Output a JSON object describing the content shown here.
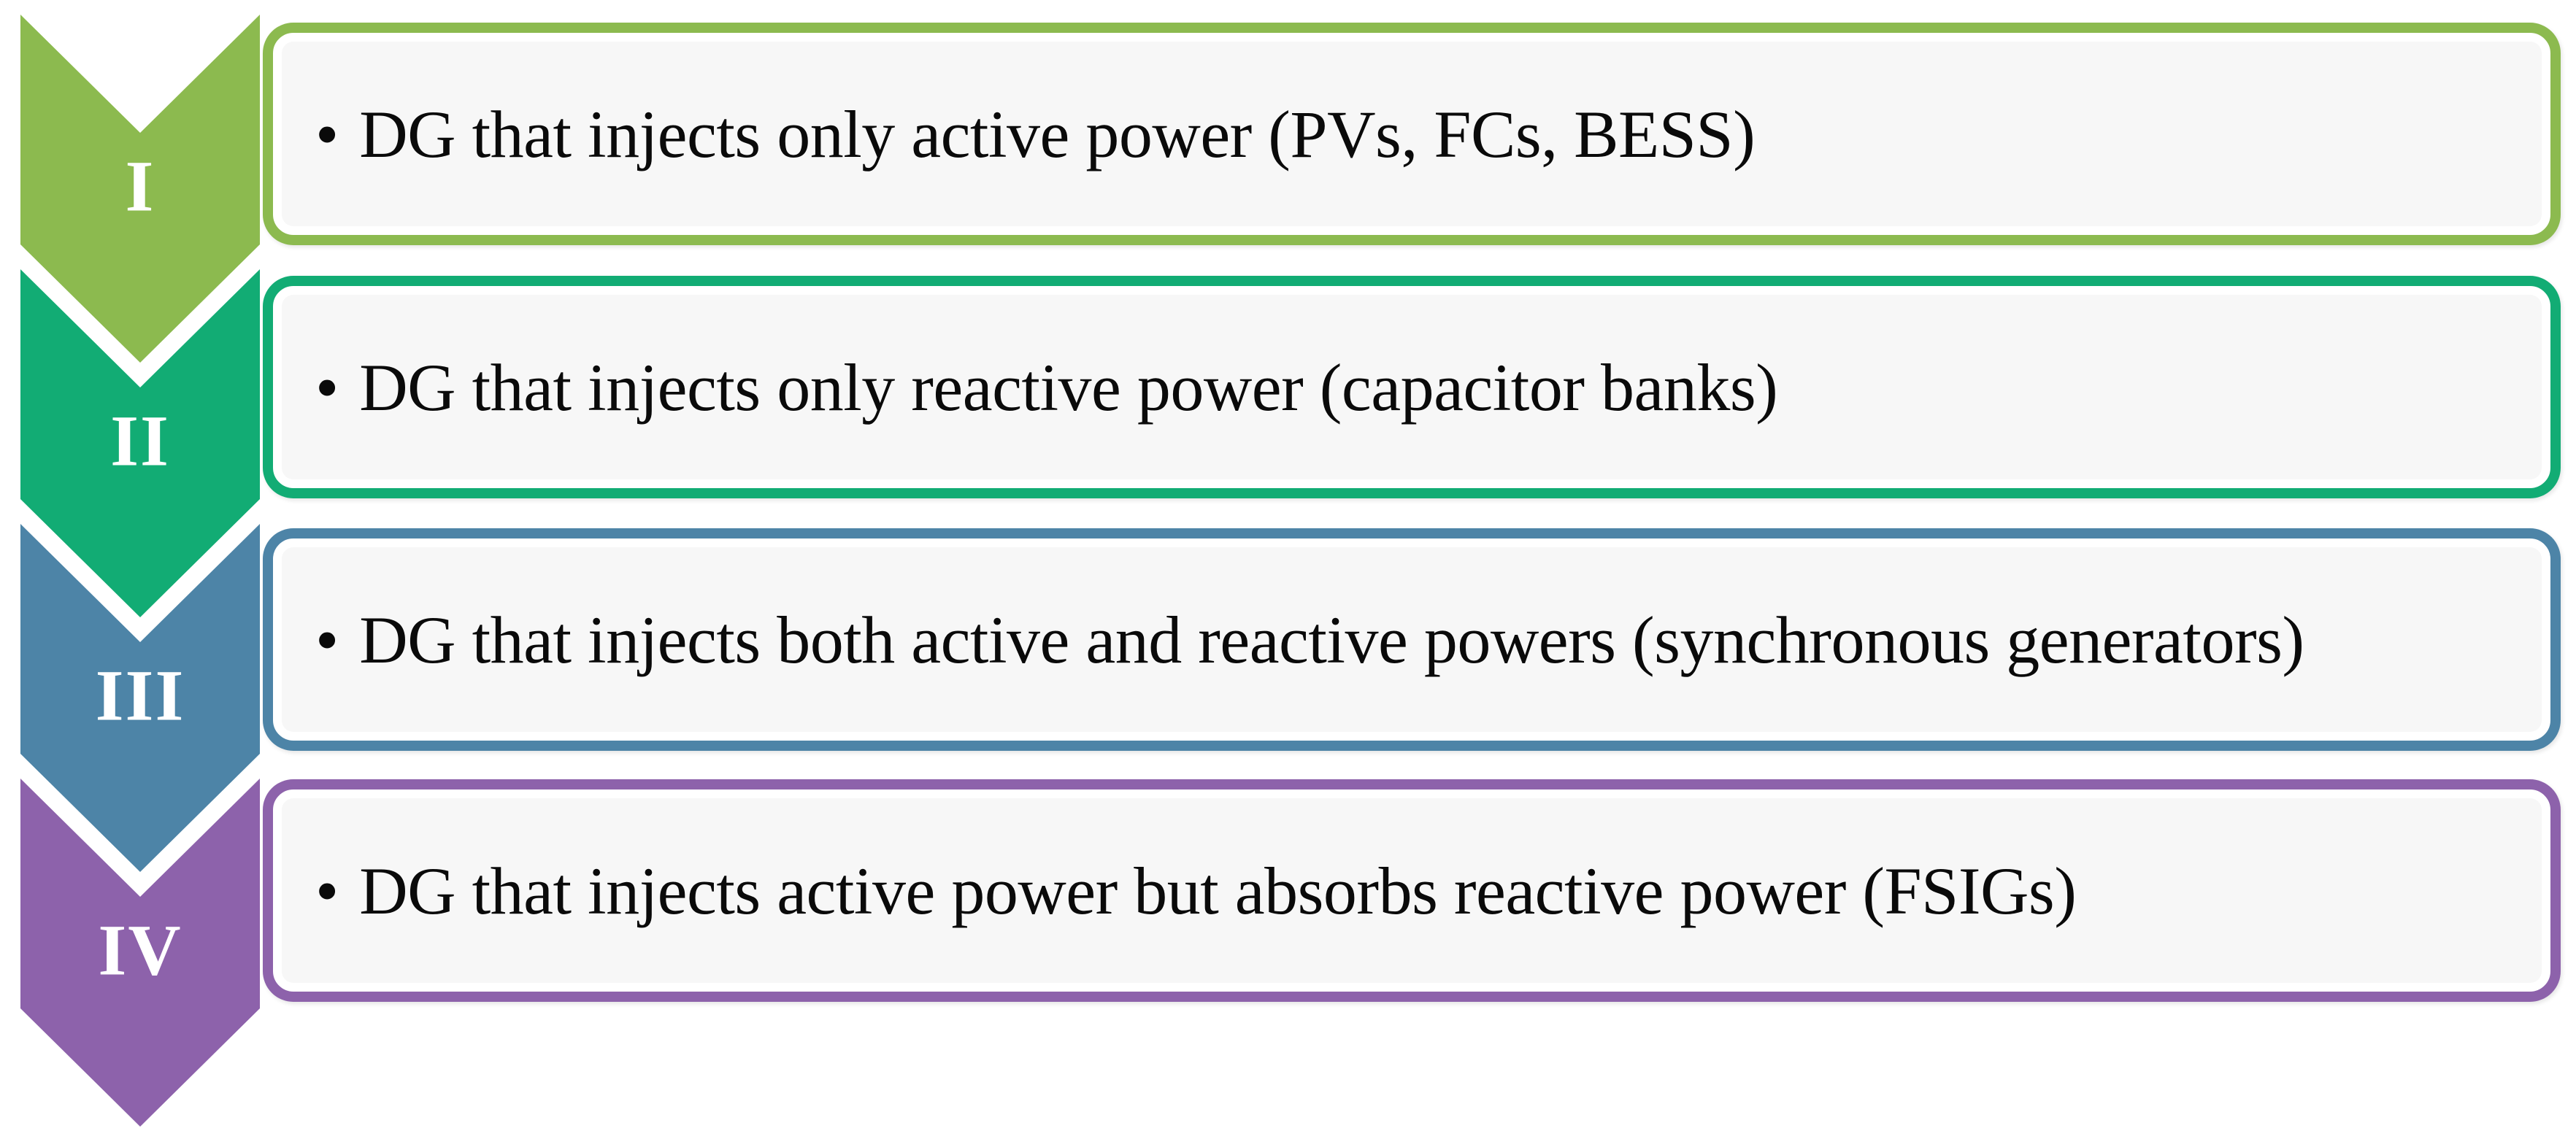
{
  "diagram": {
    "bullet": "•",
    "items": [
      {
        "numeral": "I",
        "color": "#8CBA4F",
        "text": "DG that injects only active power (PVs, FCs, BESS)"
      },
      {
        "numeral": "II",
        "color": "#12AC74",
        "text": "DG that injects only reactive power (capacitor banks)"
      },
      {
        "numeral": "III",
        "color": "#4D84A7",
        "text": "DG that injects both active and reactive powers (synchronous generators)"
      },
      {
        "numeral": "IV",
        "color": "#8D62AB",
        "text": "DG that injects active power but absorbs reactive power (FSIGs)"
      }
    ]
  }
}
